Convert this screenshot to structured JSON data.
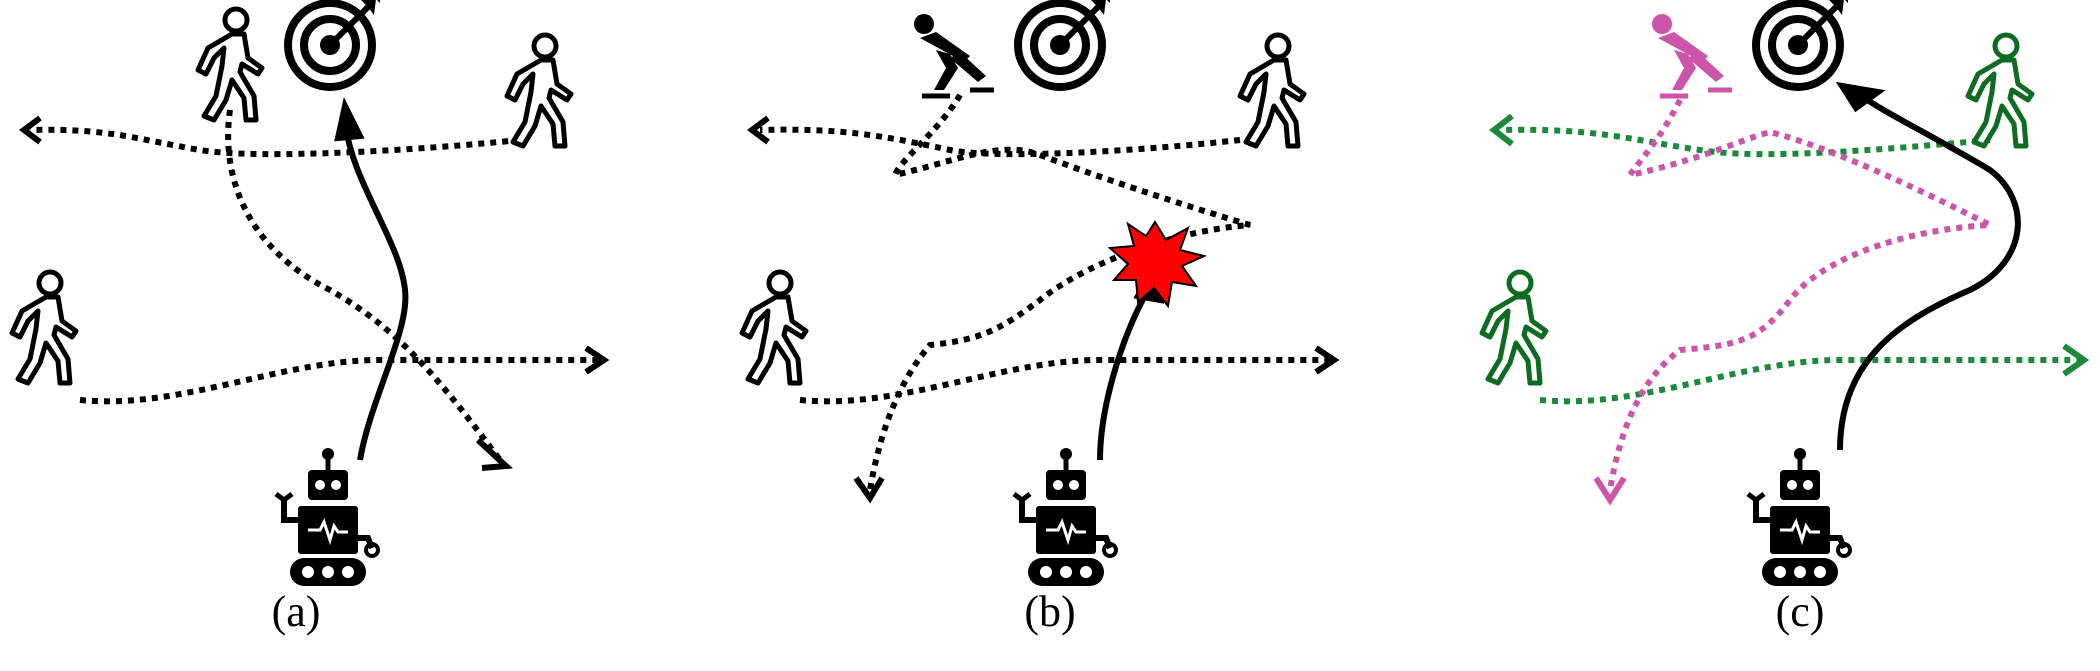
{
  "panels": [
    {
      "caption": "(a)"
    },
    {
      "caption": "(b)"
    },
    {
      "caption": "(c)"
    }
  ],
  "colors": {
    "default_path": "#000000",
    "robot_path": "#000000",
    "collision": "#ff0000",
    "pedestrian_highlight": "#1a8a3a",
    "skater_highlight": "#cc55aa",
    "pedestrian_dark_green": "#0e6b22"
  },
  "icons": [
    "goal-target-icon",
    "pedestrian-icon",
    "skater-icon",
    "robot-icon",
    "collision-burst-icon"
  ]
}
